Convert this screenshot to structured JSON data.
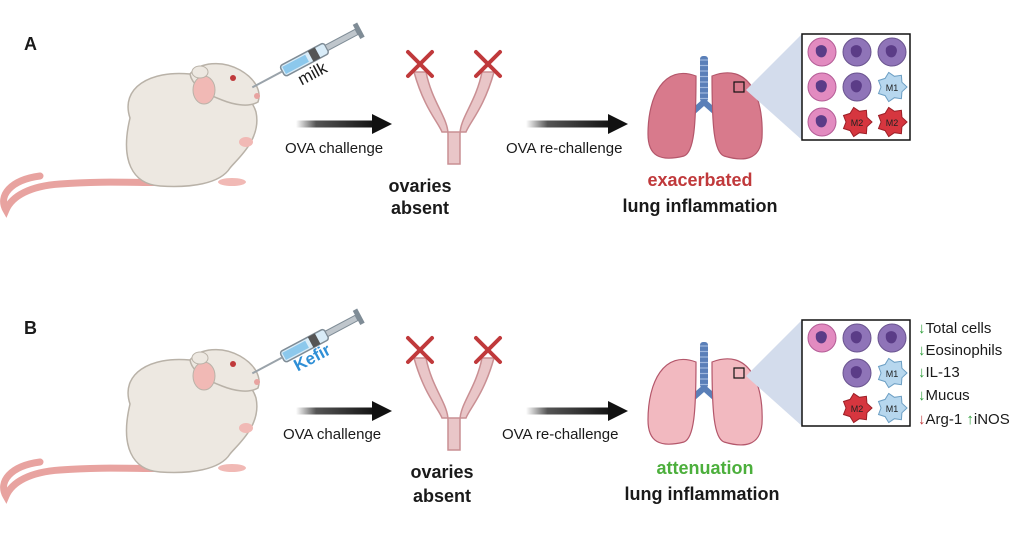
{
  "panels": [
    {
      "label": "A",
      "treatment": "milk",
      "challenge": "OVA challenge",
      "rechallenge": "OVA re-challenge",
      "ovaries_line1": "ovaries",
      "ovaries_line2": "absent",
      "outcome_word": "exacerbated",
      "outcome_rest": "lung inflammation",
      "outcome_color": "#c0393b"
    },
    {
      "label": "B",
      "treatment": "Kefir",
      "challenge": "OVA challenge",
      "rechallenge": "OVA re-challenge",
      "ovaries_line1": "ovaries",
      "ovaries_line2": "absent",
      "outcome_word": "attenuation",
      "outcome_rest": "lung inflammation",
      "outcome_color": "#4caf3c",
      "markers": [
        {
          "label": "Total cells",
          "direction": "down"
        },
        {
          "label": "Eosinophils",
          "direction": "down"
        },
        {
          "label": "IL-13",
          "direction": "down"
        },
        {
          "label": "Mucus",
          "direction": "down"
        },
        {
          "label": "Arg-1",
          "direction": "down"
        },
        {
          "label": "iNOS",
          "direction": "up"
        }
      ]
    }
  ],
  "cell_labels": {
    "m1": "M1",
    "m2": "M2"
  },
  "colors": {
    "mouse_body": "#ede8e1",
    "mouse_outline": "#b9b2a8",
    "tail": "#e8a3a0",
    "cross": "#c0393b",
    "uterus": "#e9c6c8",
    "lung_a": "#d87a8c",
    "lung_b": "#f2b9c0",
    "trachea": "#5a7fb8",
    "eosinophil": "#e28bc0",
    "neutrophil": "#8f74b8",
    "m1": "#b7d7ee",
    "m2": "#d6363f"
  }
}
